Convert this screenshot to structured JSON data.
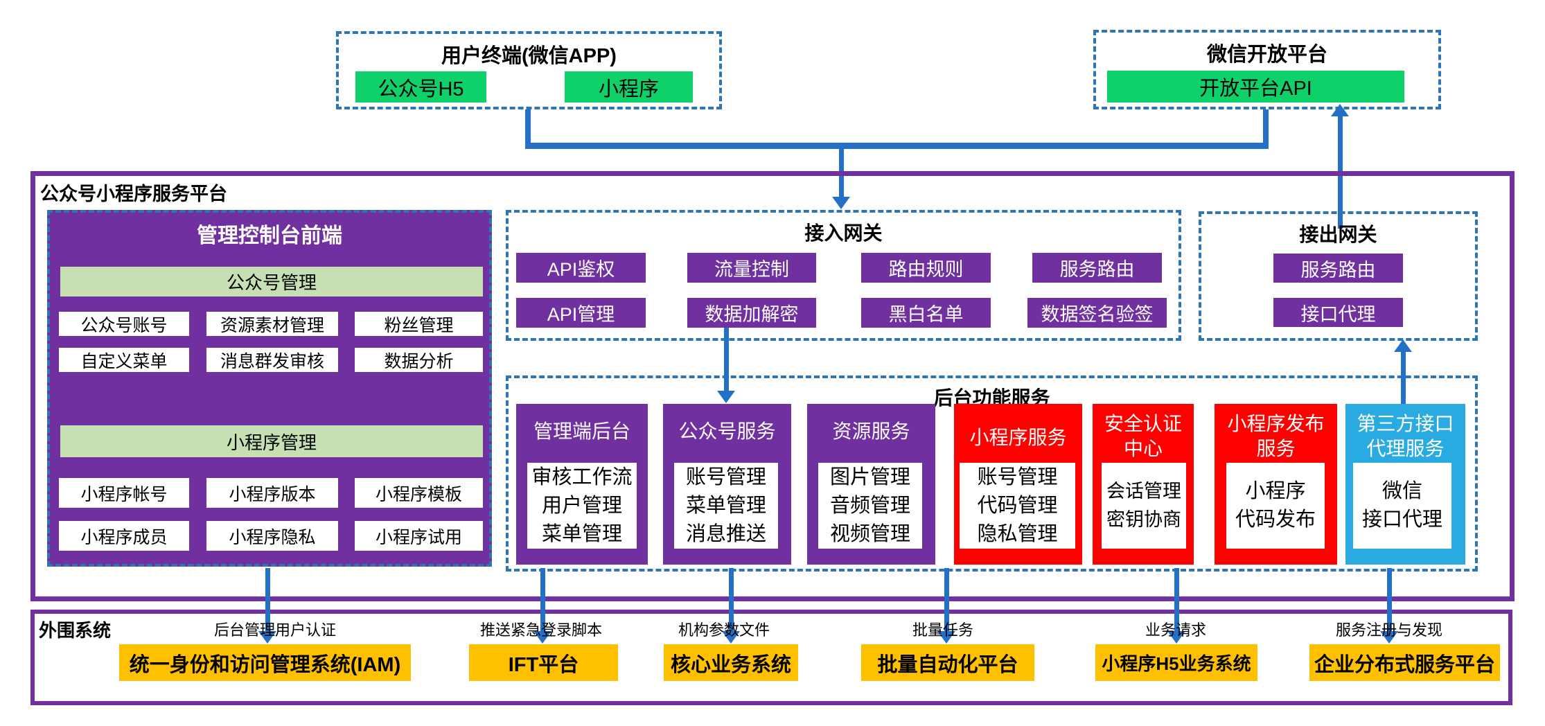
{
  "top": {
    "user_terminal": {
      "title": "用户终端(微信APP)",
      "items": [
        "公众号H5",
        "小程序"
      ]
    },
    "wechat_open": {
      "title": "微信开放平台",
      "api": "开放平台API"
    }
  },
  "platform": {
    "title": "公众号小程序服务平台",
    "console": {
      "title": "管理控制台前端",
      "group1": {
        "header": "公众号管理",
        "rows": [
          [
            "公众号账号",
            "资源素材管理",
            "粉丝管理"
          ],
          [
            "自定义菜单",
            "消息群发审核",
            "数据分析"
          ]
        ]
      },
      "group2": {
        "header": "小程序管理",
        "rows": [
          [
            "小程序帐号",
            "小程序版本",
            "小程序模板"
          ],
          [
            "小程序成员",
            "小程序隐私",
            "小程序试用"
          ]
        ]
      }
    },
    "gateway_in": {
      "title": "接入网关",
      "chips": [
        [
          "API鉴权",
          "流量控制",
          "路由规则",
          "服务路由"
        ],
        [
          "API管理",
          "数据加解密",
          "黑白名单",
          "数据签名验签"
        ]
      ]
    },
    "gateway_out": {
      "title": "接出网关",
      "chips": [
        "服务路由",
        "接口代理"
      ]
    },
    "backend": {
      "title": "后台功能服务",
      "cards": [
        {
          "title": "管理端后台",
          "items": [
            "审核工作流",
            "用户管理",
            "菜单管理"
          ]
        },
        {
          "title": "公众号服务",
          "items": [
            "账号管理",
            "菜单管理",
            "消息推送"
          ]
        },
        {
          "title": "资源服务",
          "items": [
            "图片管理",
            "音频管理",
            "视频管理"
          ]
        },
        {
          "title": "小程序服务",
          "items": [
            "账号管理",
            "代码管理",
            "隐私管理"
          ]
        },
        {
          "title": "安全认证\n中心",
          "items": [
            "会话管理",
            "密钥协商"
          ]
        },
        {
          "title": "小程序发布\n服务",
          "items": [
            "小程序",
            "代码发布"
          ]
        },
        {
          "title": "第三方接口\n代理服务",
          "items": [
            "微信",
            "接口代理"
          ]
        }
      ]
    }
  },
  "external": {
    "title": "外围系统",
    "flows": [
      {
        "label": "后台管理用户认证",
        "system": "统一身份和访问管理系统(IAM)"
      },
      {
        "label": "推送紧急登录脚本",
        "system": "IFT平台"
      },
      {
        "label": "机构参数文件",
        "system": "核心业务系统"
      },
      {
        "label": "批量任务",
        "system": "批量自动化平台"
      },
      {
        "label": "业务请求",
        "system": "小程序H5业务系统"
      },
      {
        "label": "服务注册与发现",
        "system": "企业分布式服务平台"
      }
    ]
  }
}
